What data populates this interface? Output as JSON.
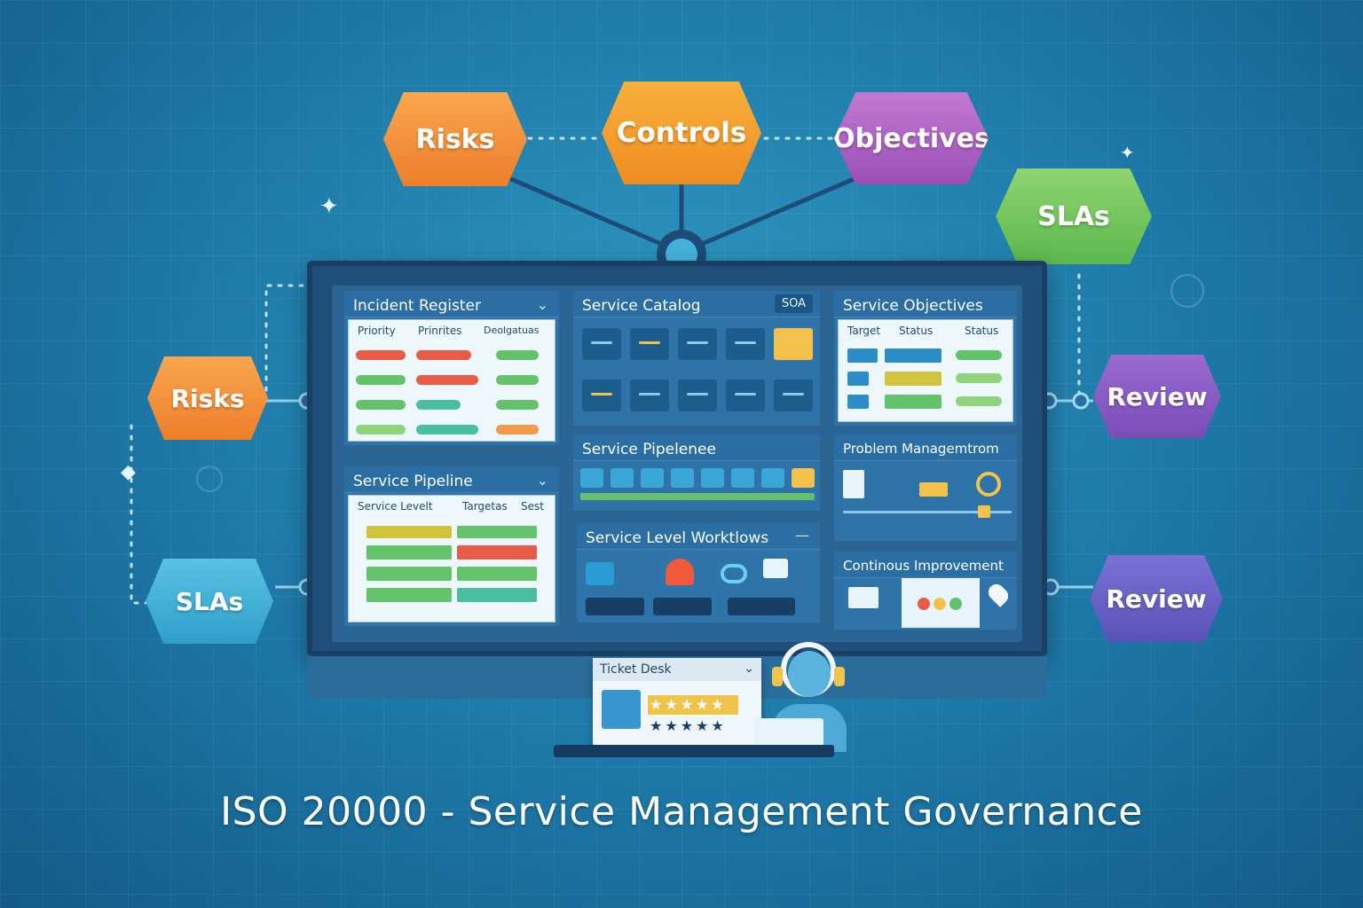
{
  "caption": "ISO 20000 - Service Management Governance",
  "nodes": {
    "risks_top": "Risks",
    "controls": "Controls",
    "objectives": "Objectives",
    "slas_top": "SLAs",
    "risks_left": "Risks",
    "slas_left": "SLAs",
    "review_top": "Review",
    "review_bottom": "Review"
  },
  "panels": {
    "incident_register": {
      "title": "Incident Register",
      "columns": [
        "Priority",
        "Prinrites",
        "Deolgatuas"
      ]
    },
    "service_catalog": {
      "title": "Service Catalog",
      "badge": "SOA"
    },
    "service_objectives": {
      "title": "Service Objectives",
      "columns": [
        "Target",
        "Status",
        "Status"
      ]
    },
    "service_pipeline_left": {
      "title": "Service Pipeline",
      "columns": [
        "Service Levelt",
        "Targetas",
        "Sest"
      ]
    },
    "service_pipeline_mid": {
      "title": "Service Pipelenee"
    },
    "service_level_workflow": {
      "title": "Service Level Worktlows"
    },
    "problem_management": {
      "title": "Problem Managemtrom"
    },
    "continuous_improvement": {
      "title": "Continous Improvement"
    }
  },
  "ticket_desk": {
    "title": "Ticket Desk",
    "stars_gold": "★★★★★",
    "stars_dark": "★★★★★"
  },
  "colors": {
    "accent_orange": "#ee7f2b",
    "accent_purple": "#9b4fb7",
    "accent_green": "#5cb84f",
    "screen_blue": "#2a6596"
  }
}
